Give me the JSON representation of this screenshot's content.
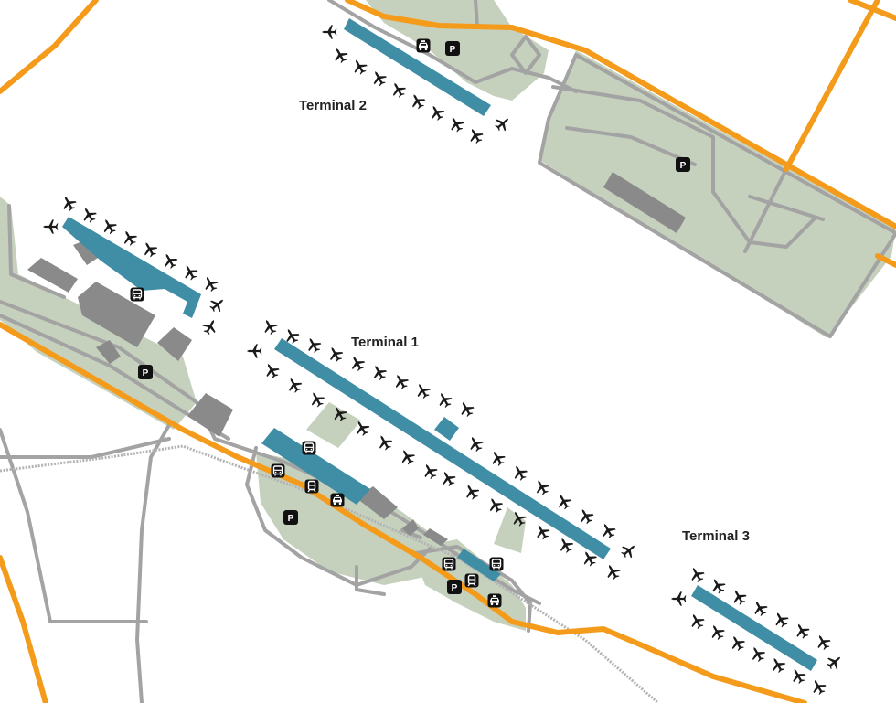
{
  "map": {
    "terminals": [
      {
        "id": "t1",
        "label": "Terminal 1"
      },
      {
        "id": "t2",
        "label": "Terminal 2"
      },
      {
        "id": "t3",
        "label": "Terminal 3"
      }
    ],
    "parking_letter": "P",
    "icon_names": [
      "plane-icon",
      "parking-icon",
      "train-icon",
      "bus-icon",
      "taxi-icon"
    ],
    "colors": {
      "background": "#ffffff",
      "landside": "#c5d1bd",
      "service_road": "#a3a3a3",
      "main_road": "#f49b1c",
      "railway": "#b3b3b3",
      "terminal_building": "#3f8ea5",
      "other_building": "#8a8a8a",
      "aircraft": "#1a1a1a",
      "badge": "#111111"
    }
  }
}
